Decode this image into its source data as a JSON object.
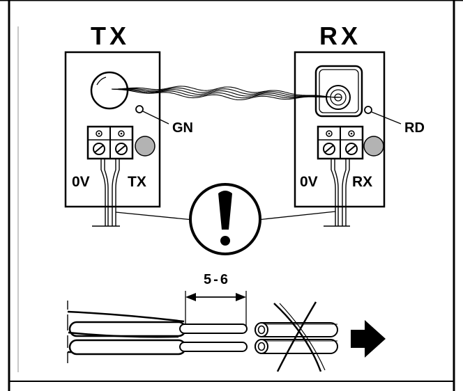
{
  "transmitter": {
    "title": "TX",
    "led_label": "GN",
    "terminals": {
      "left": "0V",
      "right": "TX"
    }
  },
  "receiver": {
    "title": "RX",
    "led_label": "RD",
    "terminals": {
      "left": "0V",
      "right": "RX"
    }
  },
  "warning": {
    "symbol": "!"
  },
  "strip_detail": {
    "dimension": "5-6"
  },
  "colors": {
    "ink": "#000000",
    "led_grey": "#b3b3b3",
    "paper": "#ffffff"
  },
  "icons": [
    "warning-icon",
    "cross-mark-icon",
    "arrow-right-icon"
  ]
}
